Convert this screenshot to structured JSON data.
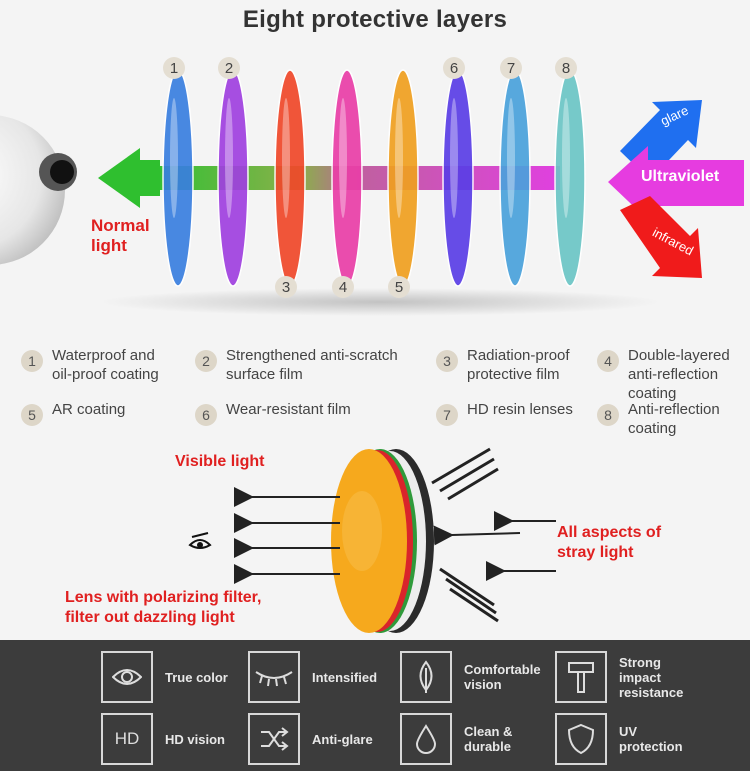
{
  "title": "Eight protective layers",
  "top_diagram": {
    "normal_light": [
      "Normal",
      "light"
    ],
    "arrows": {
      "glare": "glare",
      "ultraviolet": "Ultraviolet",
      "infrared": "infrared"
    },
    "lenses": [
      {
        "num": "1",
        "color": "#3a7fe0"
      },
      {
        "num": "2",
        "color": "#a040e0"
      },
      {
        "num": "3",
        "color": "#f0482a"
      },
      {
        "num": "4",
        "color": "#ea3ea8"
      },
      {
        "num": "5",
        "color": "#f0a020"
      },
      {
        "num": "6",
        "color": "#5a3ee6"
      },
      {
        "num": "7",
        "color": "#4aa2dc"
      },
      {
        "num": "8",
        "color": "#6cc6c6"
      }
    ],
    "colors": {
      "green_arrow": "#2fbf2f",
      "magenta_band": "#e040e0",
      "glare_arrow": "#1f6ff0",
      "uv_arrow": "#e63ce0",
      "infrared_arrow": "#f01b1b",
      "accent_red": "#e02020"
    }
  },
  "layers": [
    {
      "num": "1",
      "lines": [
        "Waterproof and",
        "oil-proof coating"
      ]
    },
    {
      "num": "2",
      "lines": [
        "Strengthened anti-scratch",
        "surface film"
      ]
    },
    {
      "num": "3",
      "lines": [
        "Radiation-proof",
        "protective film"
      ]
    },
    {
      "num": "4",
      "lines": [
        "Double-layered",
        "anti-reflection",
        "coating"
      ]
    },
    {
      "num": "5",
      "lines": [
        "AR coating"
      ]
    },
    {
      "num": "6",
      "lines": [
        "Wear-resistant film"
      ]
    },
    {
      "num": "7",
      "lines": [
        "HD resin lenses"
      ]
    },
    {
      "num": "8",
      "lines": [
        "Anti-reflection",
        "coating"
      ]
    }
  ],
  "polarizer": {
    "visible_light": "Visible light",
    "stray_light": [
      "All aspects of",
      "stray light"
    ],
    "lens_caption": [
      "Lens with polarizing filter,",
      "filter out dazzling light"
    ]
  },
  "features": [
    {
      "icon": "eye-icon",
      "lines": [
        "True color"
      ]
    },
    {
      "icon": "eyelash-icon",
      "lines": [
        "Intensified"
      ]
    },
    {
      "icon": "leaf-icon",
      "lines": [
        "Comfortable",
        "vision"
      ]
    },
    {
      "icon": "hammer-icon",
      "lines": [
        "Strong",
        "impact",
        "resistance"
      ]
    },
    {
      "icon": "hd-icon",
      "icon_text": "HD",
      "lines": [
        "HD vision"
      ]
    },
    {
      "icon": "shuffle-icon",
      "lines": [
        "Anti-glare"
      ]
    },
    {
      "icon": "water-drop-icon",
      "lines": [
        "Clean &",
        "durable"
      ]
    },
    {
      "icon": "shield-icon",
      "lines": [
        "UV",
        "protection"
      ]
    }
  ]
}
